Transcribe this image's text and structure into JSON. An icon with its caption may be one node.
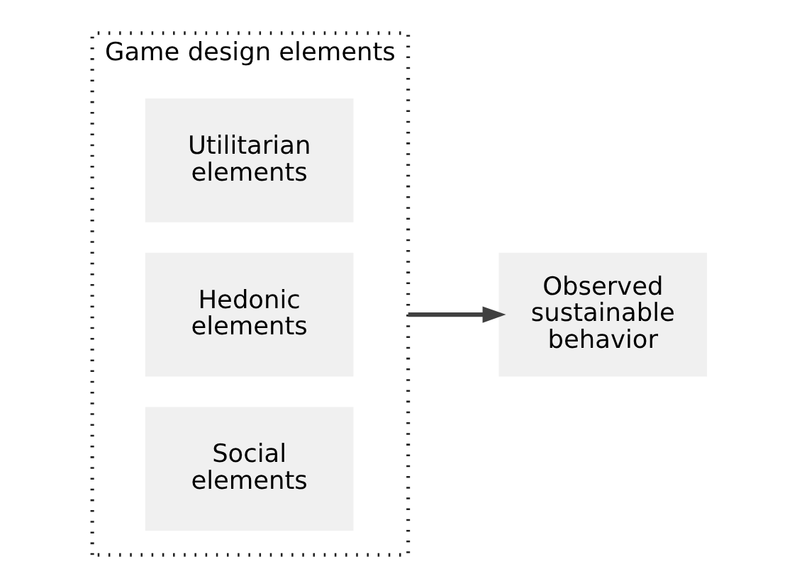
{
  "diagram": {
    "nodes": [
      {
        "text": [
          "Game design elements"
        ]
      },
      {
        "text": [
          "Utilitarian elements"
        ],
        "in": 0
      },
      {
        "text": [
          "Hedonic elements"
        ],
        "in": 0
      },
      {
        "text": [
          "Social elements"
        ],
        "in": 0
      },
      {
        "text": [
          "Observed sustainable behavior"
        ]
      }
    ],
    "edges": [
      {
        "from": 0,
        "to": 4,
        "arrow": "to"
      }
    ]
  }
}
